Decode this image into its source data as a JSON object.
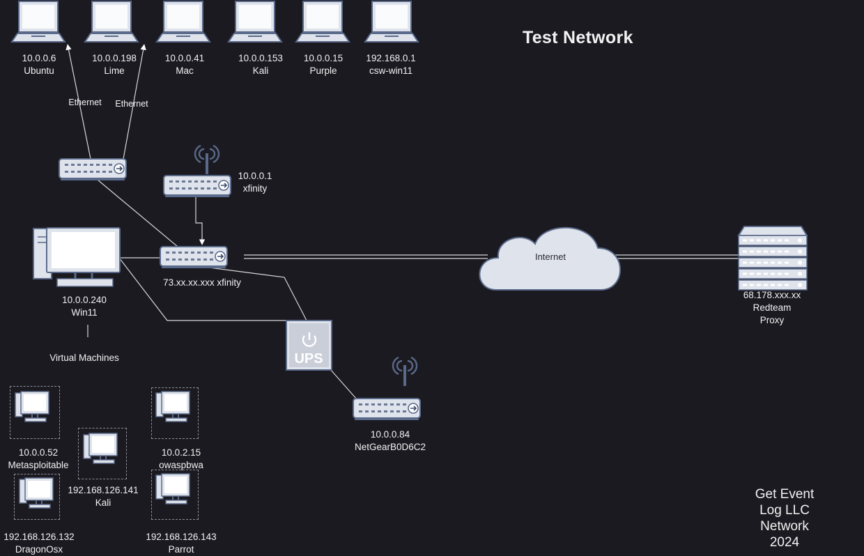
{
  "title": "Test Network",
  "footer": {
    "line1": "Get Event Log LLC",
    "line2": "Network 2024"
  },
  "laptops": [
    {
      "ip": "10.0.0.6",
      "name": "Ubuntu"
    },
    {
      "ip": "10.0.0.198",
      "name": "Lime"
    },
    {
      "ip": "10.0.0.41",
      "name": "Mac"
    },
    {
      "ip": "10.0.0.153",
      "name": "Kali"
    },
    {
      "ip": "10.0.0.15",
      "name": "Purple"
    },
    {
      "ip": "192.168.0.1",
      "name": "csw-win11"
    }
  ],
  "links": {
    "ethernet_1": "Ethernet",
    "ethernet_2": "Ethernet"
  },
  "wifi_xfinity": {
    "ip": "10.0.0.1",
    "name": "xfinity"
  },
  "router": {
    "label": "73.xx.xx.xxx xfinity"
  },
  "desktop": {
    "ip": "10.0.0.240",
    "name": "Win11"
  },
  "vm_heading": "Virtual Machines",
  "vms": [
    {
      "ip": "10.0.0.52",
      "name": "Metasploitable"
    },
    {
      "ip": "192.168.126.141",
      "name": "Kali"
    },
    {
      "ip": "10.0.2.15",
      "name": "owaspbwa"
    },
    {
      "ip": "192.168.126.132",
      "name": "DragonOsx"
    },
    {
      "ip": "192.168.126.143",
      "name": "Parrot"
    }
  ],
  "ups": "UPS",
  "netgear": {
    "ip": "10.0.0.84",
    "name": "NetGearB0D6C2"
  },
  "internet": "Internet",
  "proxy": {
    "ip": "68.178.xxx.xx",
    "name1": "Redteam",
    "name2": "Proxy"
  },
  "colors": {
    "background": "#1b1a21",
    "device_fill": "#dfe3ec",
    "device_outline": "#5a6a8a",
    "line": "#d8d8d8"
  }
}
